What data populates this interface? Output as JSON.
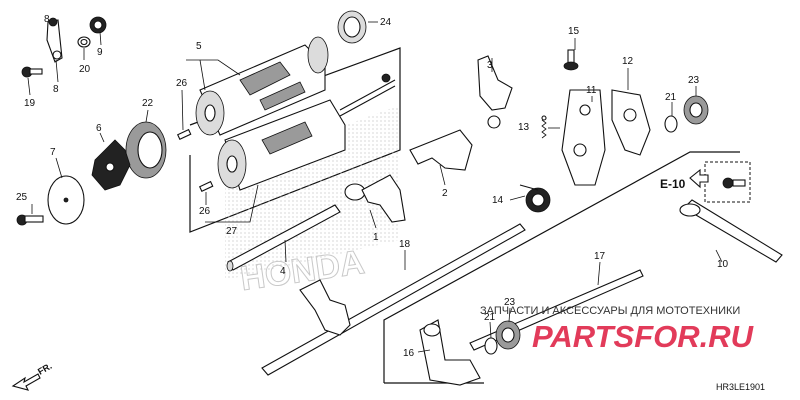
{
  "diagram": {
    "callouts": {
      "c1": "1",
      "c2": "2",
      "c3": "3",
      "c4": "4",
      "c5": "5",
      "c6": "6",
      "c7": "7",
      "c8": "8",
      "c9": "9",
      "c10": "10",
      "c11": "11",
      "c12": "12",
      "c13": "13",
      "c14": "14",
      "c15": "15",
      "c16": "16",
      "c17": "17",
      "c18": "18",
      "c19": "19",
      "c20": "20",
      "c21a": "21",
      "c21b": "21",
      "c22": "22",
      "c23a": "23",
      "c23b": "23",
      "c24": "24",
      "c25": "25",
      "c26a": "26",
      "c26b": "26",
      "c27": "27"
    },
    "reference_label": "E-10",
    "diagram_code": "HR3LE1901",
    "direction_label": "FR.",
    "background_logo": "HONDA"
  },
  "watermark": {
    "text": "ЗАПЧАСТИ И АКСЕССУАРЫ ДЛЯ МОТОТЕХНИКИ",
    "logo": "PARTSFOR.RU",
    "logo_color": "#e23b5a"
  }
}
